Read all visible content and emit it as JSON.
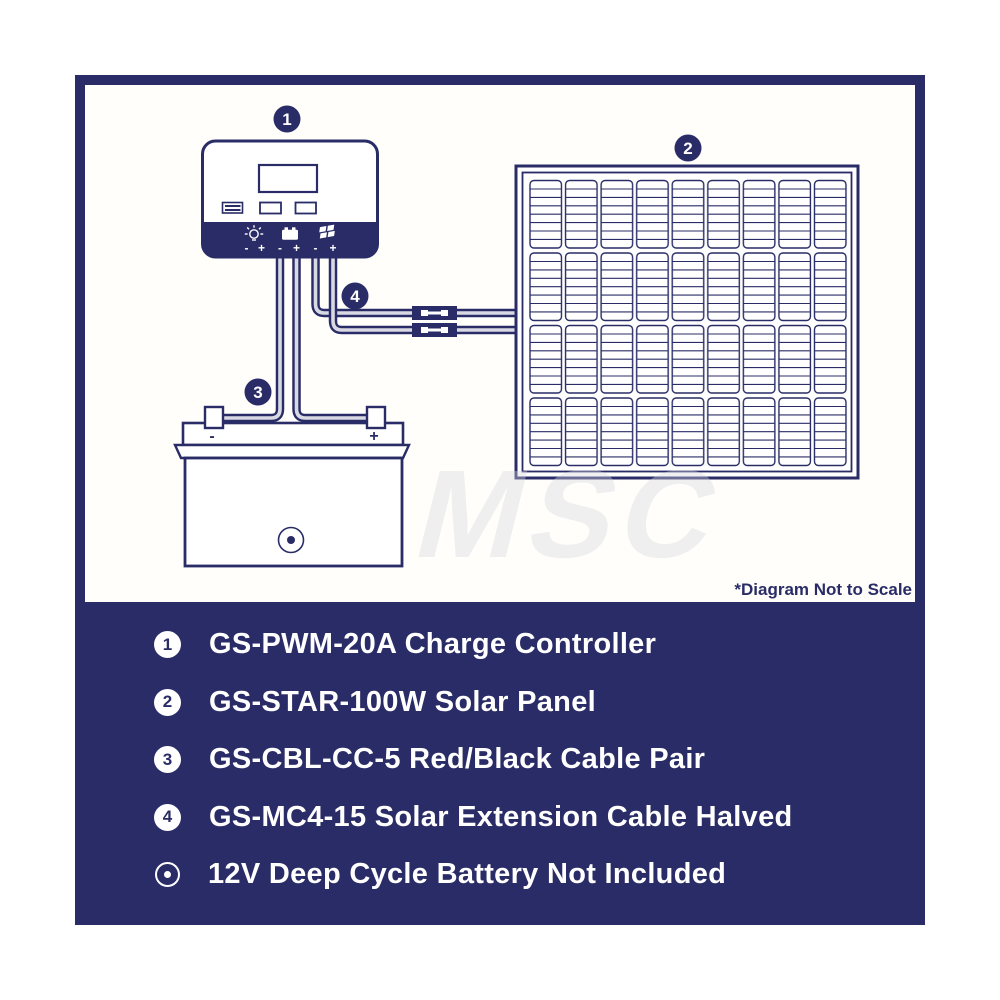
{
  "diagram": {
    "note": "*Diagram Not to Scale",
    "watermark": "MSC",
    "callouts": {
      "controller": "1",
      "panel": "2",
      "cable": "3",
      "mc4": "4"
    },
    "signs": {
      "minus": "-",
      "plus": "+"
    }
  },
  "legend": {
    "items": [
      {
        "num": "1",
        "text": "GS-PWM-20A Charge Controller"
      },
      {
        "num": "2",
        "text": "GS-STAR-100W Solar Panel"
      },
      {
        "num": "3",
        "text": "GS-CBL-CC-5 Red/Black Cable Pair"
      },
      {
        "num": "4",
        "text": "GS-MC4-15 Solar Extension Cable Halved"
      },
      {
        "num": "",
        "text": "12V Deep Cycle Battery Not Included"
      }
    ]
  },
  "colors": {
    "navy": "#292c66",
    "white": "#ffffff",
    "wire_core": "#d9d9e3",
    "watermark_gray": "#d8d8e0"
  }
}
